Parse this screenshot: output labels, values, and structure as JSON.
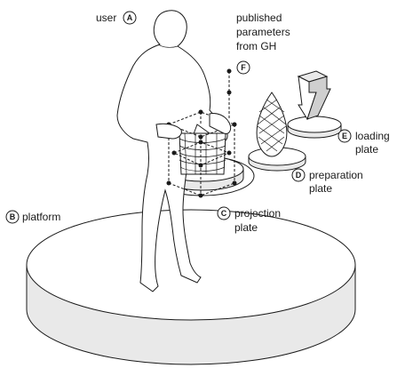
{
  "labels": {
    "user": {
      "text": "user",
      "badge": "A"
    },
    "platform": {
      "text": "platform",
      "badge": "B"
    },
    "projection_plate": {
      "line1": "projection",
      "line2": "plate",
      "badge": "C"
    },
    "preparation_plate": {
      "line1": "preparation",
      "line2": "plate",
      "badge": "D"
    },
    "loading_plate": {
      "line1": "loading",
      "line2": "plate",
      "badge": "E"
    },
    "published_parameters": {
      "line1": "published",
      "line2": "parameters",
      "line3": "from GH",
      "badge": "F"
    }
  }
}
